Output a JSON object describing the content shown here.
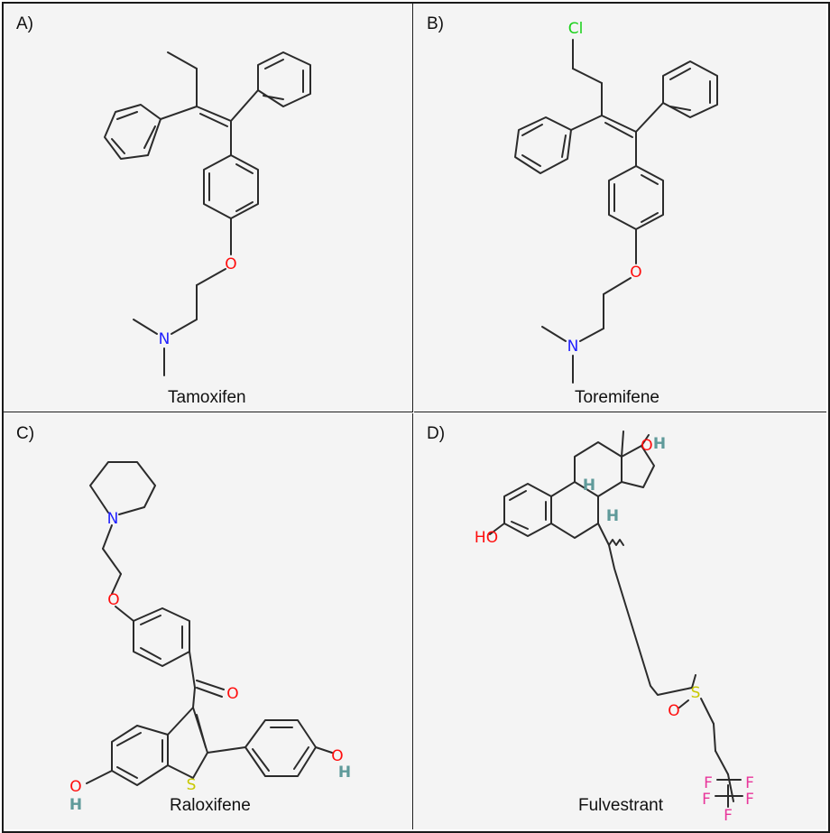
{
  "panels": {
    "a": {
      "letter": "A)",
      "name": "Tamoxifen"
    },
    "b": {
      "letter": "B)",
      "name": "Toremifene"
    },
    "c": {
      "letter": "C)",
      "name": "Raloxifene"
    },
    "d": {
      "letter": "D)",
      "name": "Fulvestrant"
    }
  },
  "atoms": {
    "oxygen": "O",
    "nitrogen": "N",
    "chlorine": "Cl",
    "sulfur": "S",
    "fluorine": "F",
    "hydroxyl": "OH",
    "hydroxyl_rev": "HO",
    "hydrogen": "H"
  },
  "colors": {
    "oxygen": "#ff0d0d",
    "nitrogen": "#1f1fff",
    "chlorine": "#19d119",
    "sulfur": "#c8c800",
    "fluorine": "#e8359a",
    "hydrogen": "#5f9a9a",
    "bond": "#2b2b2b"
  }
}
